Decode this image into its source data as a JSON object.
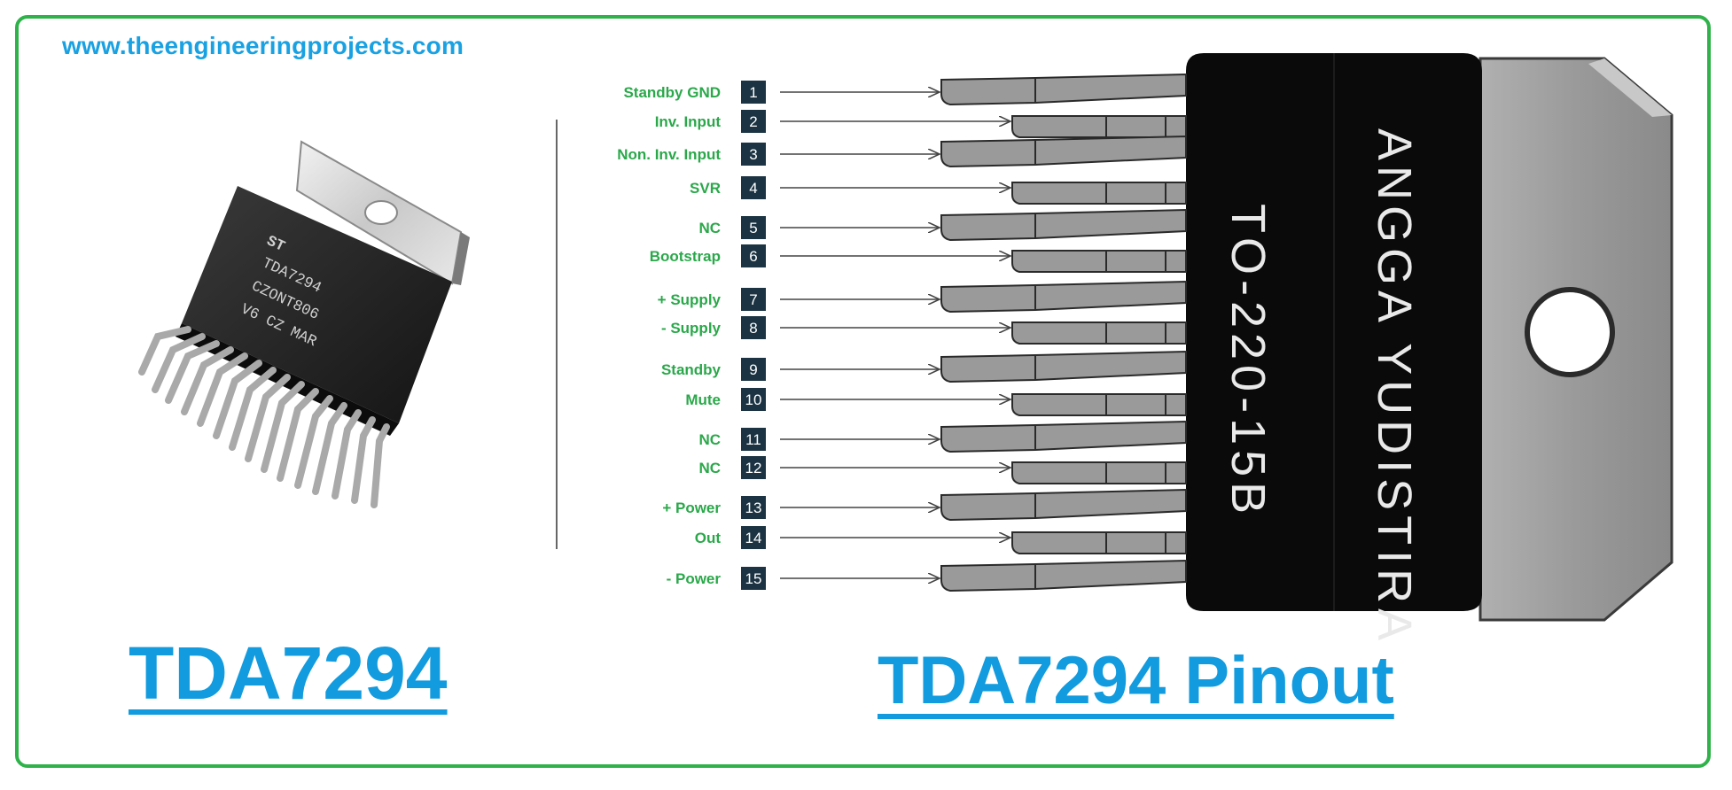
{
  "header": {
    "site_url": "www.theengineeringprojects.com"
  },
  "titles": {
    "left": "TDA7294",
    "right": "TDA7294 Pinout"
  },
  "chip_photo": {
    "markings": [
      "TDA7294",
      "CZONT806",
      "V6 CZ MAR"
    ]
  },
  "package": {
    "line1": "TO-220-15B",
    "line2": "ANGGA YUDISTIRA"
  },
  "pins": [
    {
      "number": "1",
      "label": "Standby GND"
    },
    {
      "number": "2",
      "label": "Inv. Input"
    },
    {
      "number": "3",
      "label": "Non. Inv. Input"
    },
    {
      "number": "4",
      "label": "SVR"
    },
    {
      "number": "5",
      "label": "NC"
    },
    {
      "number": "6",
      "label": "Bootstrap"
    },
    {
      "number": "7",
      "label": "+ Supply"
    },
    {
      "number": "8",
      "label": "- Supply"
    },
    {
      "number": "9",
      "label": "Standby"
    },
    {
      "number": "10",
      "label": "Mute"
    },
    {
      "number": "11",
      "label": "NC"
    },
    {
      "number": "12",
      "label": "NC"
    },
    {
      "number": "13",
      "label": "+ Power"
    },
    {
      "number": "14",
      "label": "Out"
    },
    {
      "number": "15",
      "label": "- Power"
    }
  ],
  "colors": {
    "frame": "#2fb24a",
    "accent": "#129bde",
    "label": "#2aa84a",
    "badge": "#1b3342"
  }
}
